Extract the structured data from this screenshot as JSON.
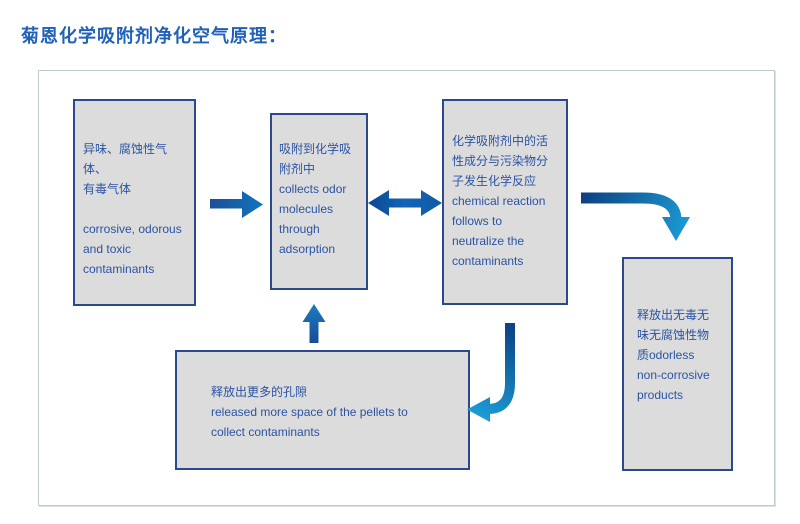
{
  "page": {
    "title": "菊恩化学吸附剂净化空气原理："
  },
  "colors": {
    "title_blue": "#2161b8",
    "box_fill": "#dcdcdc",
    "box_border": "#2a4a8d",
    "box_text": "#2b53a3",
    "frame_border": "#bfc9d1",
    "arrow_dark": "#0d4390",
    "arrow_mid": "#1266b4",
    "arrow_light": "#1b9ad4"
  },
  "diagram": {
    "boxes": [
      {
        "name": "contaminants-box",
        "text": "异味、腐蚀性气体、\n有毒气体\n\ncorrosive, odorous\nand toxic\ncontaminants"
      },
      {
        "name": "adsorption-box",
        "text": "吸附到化学吸\n附剂中\ncollects odor\nmolecules\nthrough\nadsorption"
      },
      {
        "name": "reaction-box",
        "text": "化学吸附剂中的活\n性成分与污染物分\n子发生化学反应\nchemical reaction\nfollows to\nneutralize the\ncontaminants"
      },
      {
        "name": "released-space-box",
        "text": "释放出更多的孔隙\nreleased more space of the pellets to\ncollect contaminants"
      },
      {
        "name": "products-box",
        "text": "释放出无毒无\n味无腐蚀性物\n质odorless\nnon-corrosive\nproducts"
      }
    ],
    "arrows": [
      {
        "name": "arrow-right-icon",
        "from": "contaminants-box",
        "to": "adsorption-box"
      },
      {
        "name": "arrow-double-horizontal-icon",
        "from": "adsorption-box",
        "to": "reaction-box"
      },
      {
        "name": "arrow-curve-down-icon",
        "from": "reaction-box",
        "to": "products-box"
      },
      {
        "name": "arrow-curve-left-icon",
        "from": "reaction-box",
        "to": "released-space-box"
      },
      {
        "name": "arrow-up-icon",
        "from": "released-space-box",
        "to": "adsorption-box"
      }
    ]
  }
}
